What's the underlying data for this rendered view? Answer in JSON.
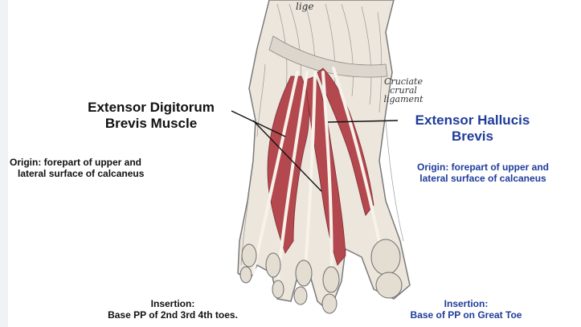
{
  "labels": {
    "edb_title_line1": "Extensor Digitorum",
    "edb_title_line2": "Brevis Muscle",
    "edb_origin_line1": "Origin: forepart of upper and",
    "edb_origin_line2": "lateral surface of calcaneus",
    "edb_insertion_line1": "Insertion:",
    "edb_insertion_line2": "Base PP of  2nd 3rd 4th toes.",
    "ehb_title_line1": "Extensor Hallucis",
    "ehb_title_line2": "Brevis",
    "ehb_origin_line1": "Origin: forepart of upper and",
    "ehb_origin_line2": "lateral surface of calcaneus",
    "ehb_insertion_line1": "Insertion:",
    "ehb_insertion_line2": "Base of PP on Great Toe"
  },
  "engraving_labels": {
    "cruciate_line1": "Cruciate",
    "cruciate_line2": "crural",
    "cruciate_line3": "ligament",
    "top_fragment": "lige"
  },
  "colors": {
    "text_dark": "#111111",
    "text_blue": "#1f3c9a",
    "muscle": "#b4484f",
    "bone": "#ece6dc"
  }
}
